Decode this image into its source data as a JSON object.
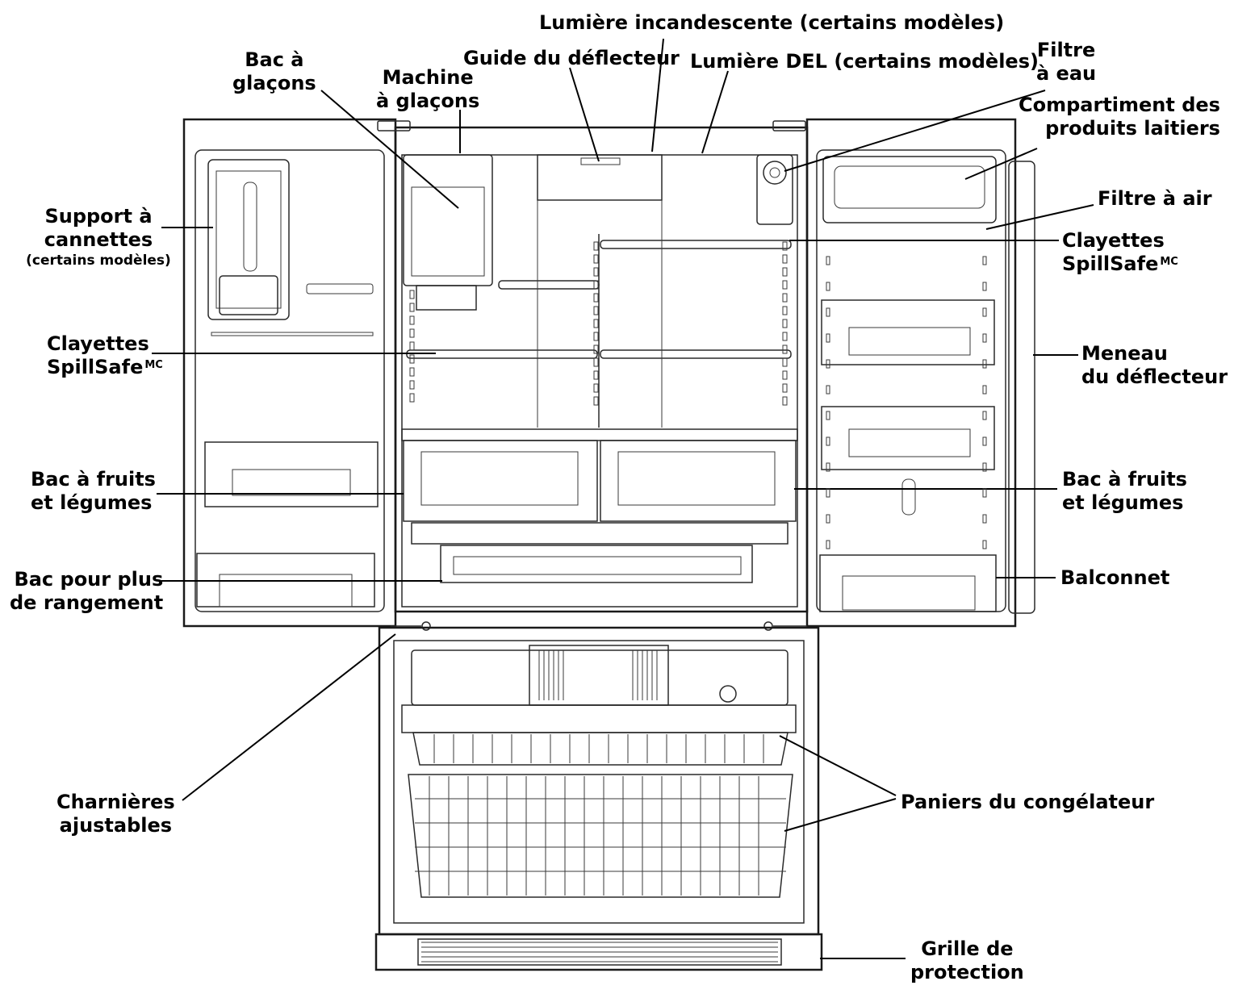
{
  "labels": {
    "lumiere_incandescente": "Lumière incandescente (certains modèles)",
    "guide_deflecteur": "Guide du déflecteur",
    "lumiere_del": "Lumière DEL (certains modèles)",
    "filtre_eau": [
      "Filtre",
      "à eau"
    ],
    "bac_glacons": [
      "Bac à",
      "glaçons"
    ],
    "machine_glacons": [
      "Machine",
      "à glaçons"
    ],
    "compartiment_laitiers": [
      "Compartiment des",
      "produits laitiers"
    ],
    "filtre_air": "Filtre à air",
    "support_cannettes": [
      "Support à",
      "cannettes",
      "(certains modèles)"
    ],
    "clayettes_right": [
      "Clayettes",
      "SpillSafe",
      "MC"
    ],
    "clayettes_left": [
      "Clayettes",
      "SpillSafe",
      "MC"
    ],
    "meneau": [
      "Meneau",
      "du déflecteur"
    ],
    "bac_fruits_left": [
      "Bac à fruits",
      "et légumes"
    ],
    "bac_fruits_right": [
      "Bac à fruits",
      "et légumes"
    ],
    "bac_rangement": [
      "Bac pour plus",
      "de rangement"
    ],
    "balconnet": "Balconnet",
    "charnieres": [
      "Charnières",
      "ajustables"
    ],
    "paniers": "Paniers du congélateur",
    "grille": [
      "Grille de",
      "protection"
    ]
  }
}
